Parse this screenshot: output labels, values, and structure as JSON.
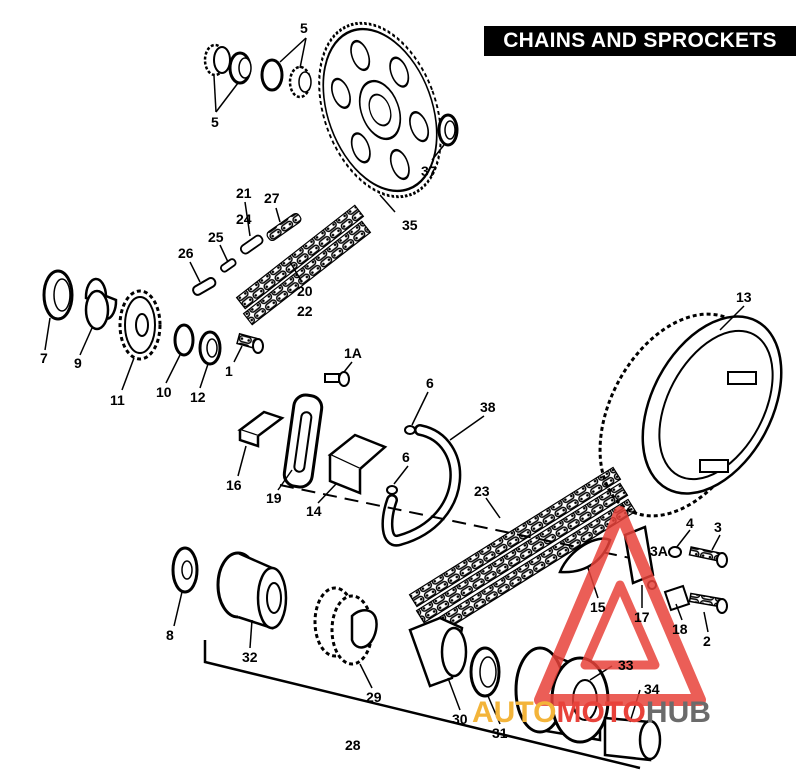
{
  "title": "CHAINS AND SPROCKETS",
  "colors": {
    "ink": "#000000",
    "paper": "#ffffff",
    "title_bg": "#000000",
    "title_fg": "#ffffff",
    "watermark_red": "#e8423a",
    "watermark_yellow": "#f3b43a",
    "watermark_gray": "#6b6b6b"
  },
  "watermark": {
    "part1": "AUTO",
    "part2": "MOTO",
    "part3": "HUB"
  },
  "callouts": [
    {
      "id": "5a",
      "label": "5"
    },
    {
      "id": "5b",
      "label": "5"
    },
    {
      "id": "35",
      "label": "35"
    },
    {
      "id": "37",
      "label": "37"
    },
    {
      "id": "21",
      "label": "21"
    },
    {
      "id": "24",
      "label": "24"
    },
    {
      "id": "27",
      "label": "27"
    },
    {
      "id": "25",
      "label": "25"
    },
    {
      "id": "26",
      "label": "26"
    },
    {
      "id": "20",
      "label": "20"
    },
    {
      "id": "22",
      "label": "22"
    },
    {
      "id": "7",
      "label": "7"
    },
    {
      "id": "9",
      "label": "9"
    },
    {
      "id": "11",
      "label": "11"
    },
    {
      "id": "10",
      "label": "10"
    },
    {
      "id": "12",
      "label": "12"
    },
    {
      "id": "1",
      "label": "1"
    },
    {
      "id": "1A",
      "label": "1A"
    },
    {
      "id": "13",
      "label": "13"
    },
    {
      "id": "6a",
      "label": "6"
    },
    {
      "id": "6b",
      "label": "6"
    },
    {
      "id": "38",
      "label": "38"
    },
    {
      "id": "16",
      "label": "16"
    },
    {
      "id": "19",
      "label": "19"
    },
    {
      "id": "14",
      "label": "14"
    },
    {
      "id": "23",
      "label": "23"
    },
    {
      "id": "4",
      "label": "4"
    },
    {
      "id": "3",
      "label": "3"
    },
    {
      "id": "3A",
      "label": "3A"
    },
    {
      "id": "15",
      "label": "15"
    },
    {
      "id": "17",
      "label": "17"
    },
    {
      "id": "18",
      "label": "18"
    },
    {
      "id": "2",
      "label": "2"
    },
    {
      "id": "8",
      "label": "8"
    },
    {
      "id": "32",
      "label": "32"
    },
    {
      "id": "29",
      "label": "29"
    },
    {
      "id": "30",
      "label": "30"
    },
    {
      "id": "31",
      "label": "31"
    },
    {
      "id": "33",
      "label": "33"
    },
    {
      "id": "34",
      "label": "34"
    },
    {
      "id": "28",
      "label": "28"
    }
  ]
}
